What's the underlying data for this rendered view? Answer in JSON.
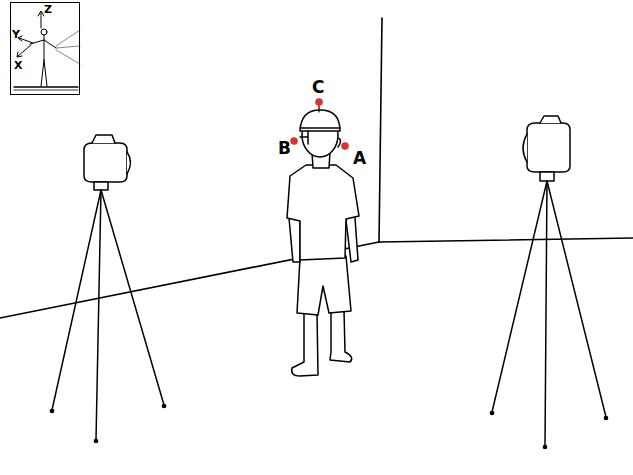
{
  "diagram": {
    "nodes": [
      {
        "text": [
          "Y",
          "Z",
          "X"
        ]
      }
    ],
    "labels": [
      "C",
      "B",
      "A"
    ]
  }
}
